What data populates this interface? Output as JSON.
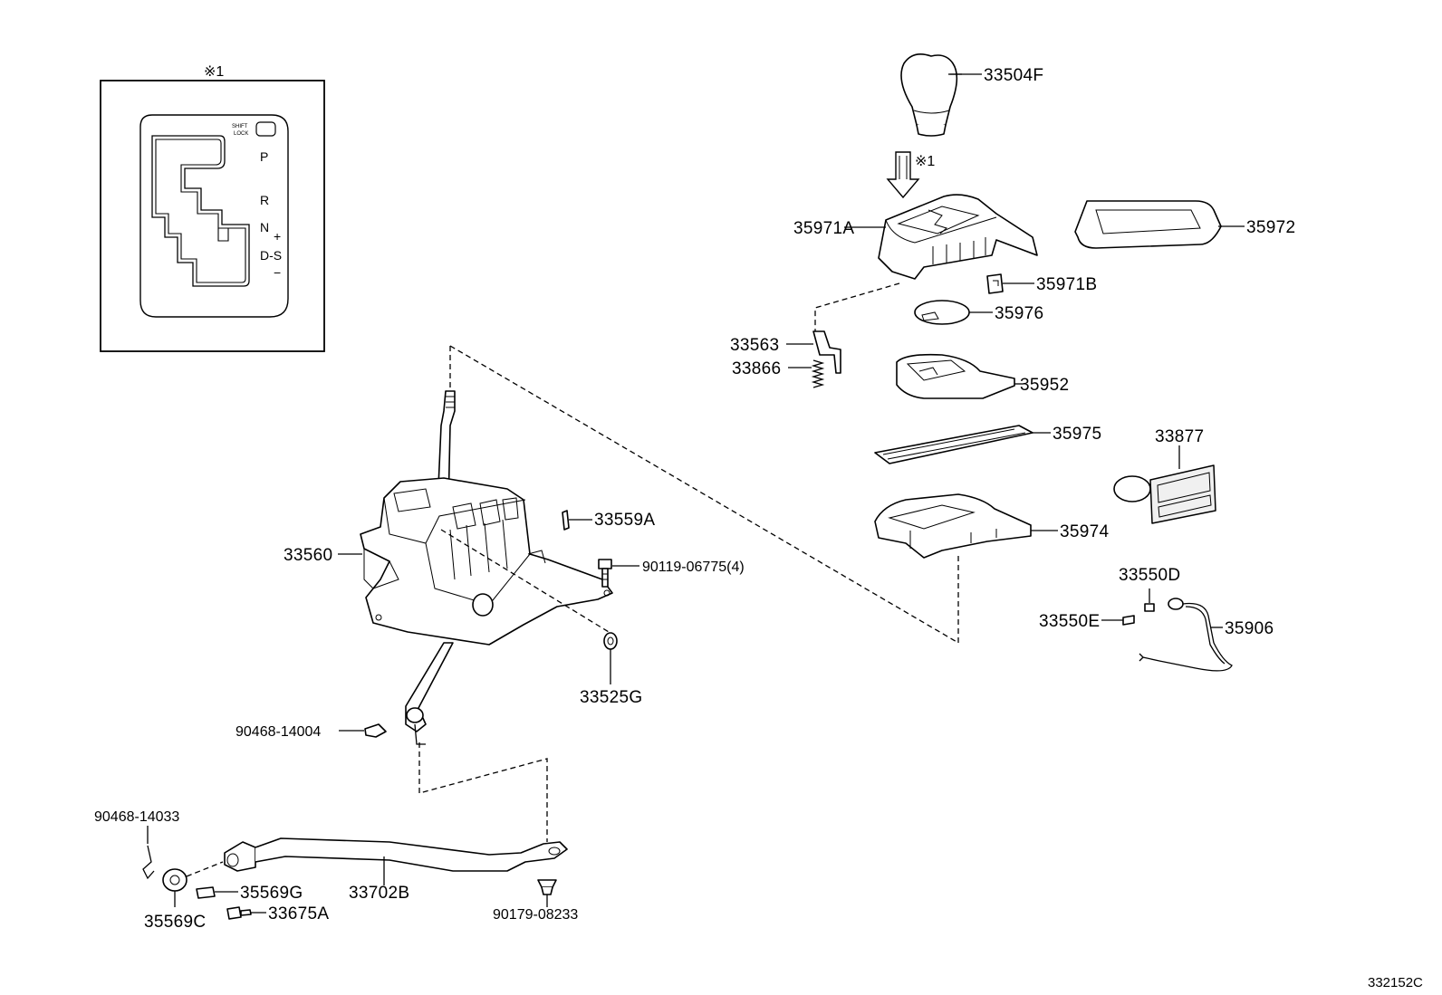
{
  "inset": {
    "title": "※1",
    "shift_lock_label_1": "SHIFT",
    "shift_lock_label_2": "LOCK",
    "positions": {
      "p": "P",
      "r": "R",
      "n": "N",
      "ds": "D-S",
      "plus": "+",
      "minus": "−"
    }
  },
  "arrow_ref": "※1",
  "parts": {
    "p33504F": "33504F",
    "p35971A": "35971A",
    "p35972": "35972",
    "p35971B": "35971B",
    "p35976": "35976",
    "p33563": "33563",
    "p33866": "33866",
    "p35952": "35952",
    "p35975": "35975",
    "p33877": "33877",
    "p35974": "35974",
    "p33559A": "33559A",
    "p33560": "33560",
    "p90119": "90119-06775(4)",
    "p33525G": "33525G",
    "p33550D": "33550D",
    "p33550E": "33550E",
    "p35906": "35906",
    "p90468_14004": "90468-14004",
    "p90468_14033": "90468-14033",
    "p35569G": "35569G",
    "p33702B": "33702B",
    "p33675A": "33675A",
    "p35569C": "35569C",
    "p90179": "90179-08233"
  },
  "diagram_code": "332152C"
}
